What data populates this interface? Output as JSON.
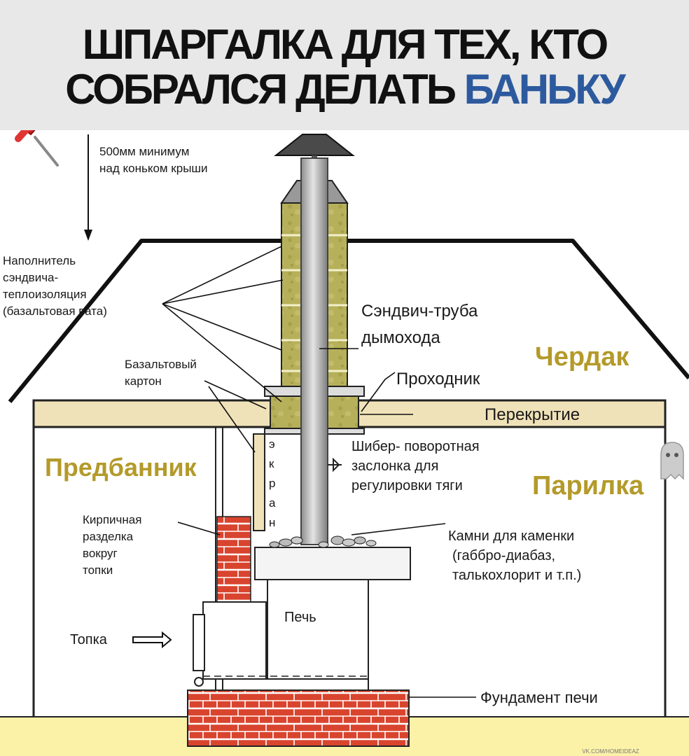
{
  "header": {
    "title_line1": "ШПАРГАЛКА ДЛЯ ТЕХ, КТО",
    "title_line2_main": "СОБРАЛСЯ ДЕЛАТЬ ",
    "title_line2_accent": "БАНЬКУ"
  },
  "labels": {
    "height_min_1": "500мм минимум",
    "height_min_2": "над коньком крыши",
    "filler_1": "Наполнитель",
    "filler_2": "сэндвича-",
    "filler_3": "теплоизоляция",
    "filler_4": "(базальтовая вата)",
    "sandwich_1": "Сэндвич-труба",
    "sandwich_2": "дымохода",
    "basalt_1": "Базальтовый",
    "basalt_2": "картон",
    "passage": "Проходник",
    "ceiling": "Перекрытие",
    "screen_letters": [
      "э",
      "к",
      "р",
      "а",
      "н"
    ],
    "damper_1": "Шибер- поворотная",
    "damper_2": "заслонка для",
    "damper_3": "регулировки тяги",
    "brick_1": "Кирпичная",
    "brick_2": "разделка",
    "brick_3": "вокруг",
    "brick_4": "топки",
    "stones_1": "Камни для каменки",
    "stones_2": "(габбро-диабаз,",
    "stones_3": "талькохлорит и т.п.)",
    "stove": "Печь",
    "firebox": "Топка",
    "foundation": "Фундамент печи"
  },
  "rooms": {
    "attic": "Чердак",
    "dressing_room": "Предбанник",
    "steam_room": "Парилка"
  },
  "watermark": "VK.COM/HOMEIDEAZ",
  "icons": [
    "pushpin-icon",
    "ghost-icon",
    "arrow-right-icon"
  ],
  "colors": {
    "header_bg": "#e8e8e8",
    "accent": "#2d5a9e",
    "room_label": "#b39a2a",
    "insulation": "#b6b05a",
    "brick": "#d9442e",
    "beam": "#f0e2b8",
    "ground": "#fbf2a8"
  }
}
